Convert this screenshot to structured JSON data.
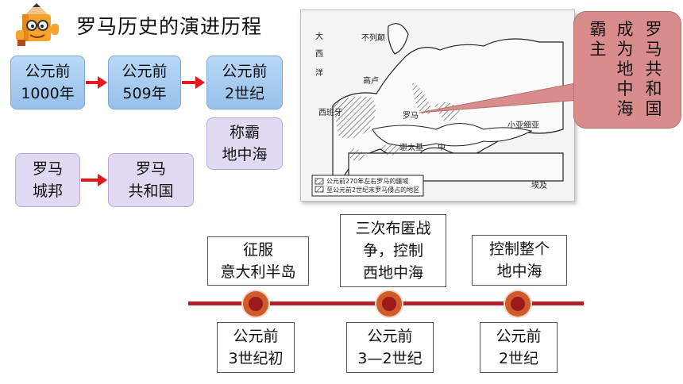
{
  "title": "罗马历史的演进历程",
  "top_row": [
    {
      "line1": "公元前",
      "line2": "1000年"
    },
    {
      "line1": "公元前",
      "line2": "509年"
    },
    {
      "line1": "公元前",
      "line2": "2世纪"
    }
  ],
  "dominate": {
    "line1": "称霸",
    "line2": "地中海"
  },
  "city_state": {
    "line1": "罗马",
    "line2": "城邦"
  },
  "republic": {
    "line1": "罗马",
    "line2": "共和国"
  },
  "events": [
    {
      "line1": "征服",
      "line2": "意大利半岛"
    },
    {
      "line1": "三次布匿战",
      "line2": "争，控制",
      "line3": "西地中海"
    },
    {
      "line1": "控制整个",
      "line2": "地中海"
    }
  ],
  "dates": [
    {
      "line1": "公元前",
      "line2": "3世纪初"
    },
    {
      "line1": "公元前",
      "line2": "3—2世纪"
    },
    {
      "line1": "公元前",
      "line2": "2世纪"
    }
  ],
  "callout": {
    "col1": "霸主",
    "col2": "成为地中海",
    "col3": "罗马共和国"
  },
  "map": {
    "labels": {
      "ocean1": "大",
      "ocean2": "西",
      "ocean3": "洋",
      "britain": "不列颠",
      "gaul": "高卢",
      "spain": "西班牙",
      "rome": "罗马",
      "sea": "中",
      "carthage": "迦太基",
      "asia_minor": "小亚细亚",
      "egypt": "埃及"
    },
    "legend1": "公元前270年左右罗马的疆域",
    "legend2": "至公元前2世纪末罗马侵占的地区"
  },
  "colors": {
    "arrow": "#e8161b",
    "timeline": "#b3202b",
    "callout": "#d98c8c"
  }
}
